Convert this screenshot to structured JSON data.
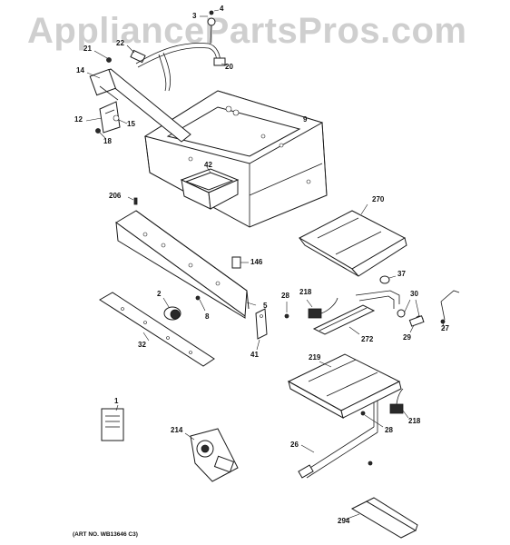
{
  "watermark": "AppliancePartsPros.com",
  "art_number": "(ART NO. WB13646 C3)",
  "callouts": [
    {
      "id": "c1",
      "label": "1"
    },
    {
      "id": "c2",
      "label": "2"
    },
    {
      "id": "c3",
      "label": "3"
    },
    {
      "id": "c4",
      "label": "4"
    },
    {
      "id": "c5",
      "label": "5"
    },
    {
      "id": "c8",
      "label": "8"
    },
    {
      "id": "c9",
      "label": "9"
    },
    {
      "id": "c12",
      "label": "12"
    },
    {
      "id": "c14",
      "label": "14"
    },
    {
      "id": "c15",
      "label": "15"
    },
    {
      "id": "c18",
      "label": "18"
    },
    {
      "id": "c20",
      "label": "20"
    },
    {
      "id": "c21",
      "label": "21"
    },
    {
      "id": "c22",
      "label": "22"
    },
    {
      "id": "c26",
      "label": "26"
    },
    {
      "id": "c27",
      "label": "27"
    },
    {
      "id": "c28a",
      "label": "28"
    },
    {
      "id": "c28b",
      "label": "28"
    },
    {
      "id": "c29",
      "label": "29"
    },
    {
      "id": "c30",
      "label": "30"
    },
    {
      "id": "c32",
      "label": "32"
    },
    {
      "id": "c37",
      "label": "37"
    },
    {
      "id": "c41",
      "label": "41"
    },
    {
      "id": "c42",
      "label": "42"
    },
    {
      "id": "c146",
      "label": "146"
    },
    {
      "id": "c206",
      "label": "206"
    },
    {
      "id": "c214",
      "label": "214"
    },
    {
      "id": "c218a",
      "label": "218"
    },
    {
      "id": "c218b",
      "label": "218"
    },
    {
      "id": "c219",
      "label": "219"
    },
    {
      "id": "c270",
      "label": "270"
    },
    {
      "id": "c272",
      "label": "272"
    },
    {
      "id": "c294",
      "label": "294"
    }
  ]
}
